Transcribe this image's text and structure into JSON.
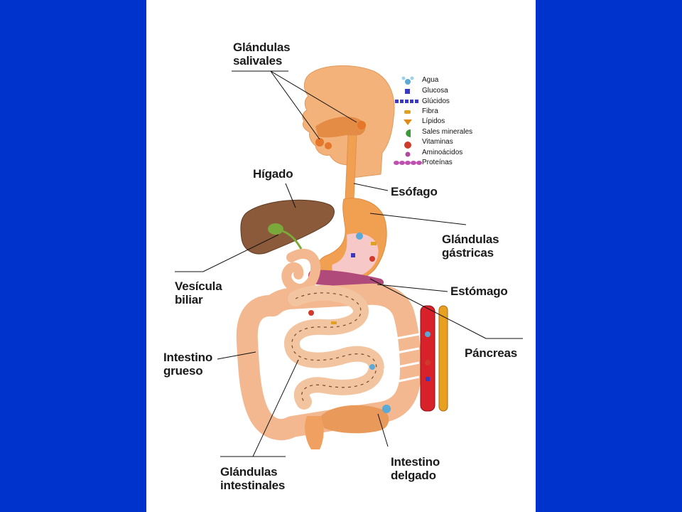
{
  "labels": {
    "glandulas_salivales": [
      "Glándulas",
      "salivales"
    ],
    "higado": "Hígado",
    "esofago": "Esófago",
    "glandulas_gastricas": [
      "Glándulas",
      "gástricas"
    ],
    "vesicula_biliar": [
      "Vesícula",
      "biliar"
    ],
    "estomago": "Estómago",
    "intestino_grueso": [
      "Intestino",
      "grueso"
    ],
    "pancreas": "Páncreas",
    "glandulas_intestinales": [
      "Glándulas",
      "intestinales"
    ],
    "intestino_delgado": [
      "Intestino",
      "delgado"
    ]
  },
  "legend": [
    {
      "label": "Agua",
      "icon": "water-molecule-icon",
      "color": "#5aa9d6"
    },
    {
      "label": "Glucosa",
      "icon": "glucose-square-icon",
      "color": "#3a3ac0"
    },
    {
      "label": "Glúcidos",
      "icon": "carbohydrate-chain-icon",
      "color": "#3a3ac0"
    },
    {
      "label": "Fibra",
      "icon": "fiber-icon",
      "color": "#e0a020"
    },
    {
      "label": "Lípidos",
      "icon": "lipid-icon",
      "color": "#e08a1a"
    },
    {
      "label": "Sales minerales",
      "icon": "mineral-salt-icon",
      "color": "#3a9a3a"
    },
    {
      "label": "Vitaminas",
      "icon": "vitamin-icon",
      "color": "#d03a2a"
    },
    {
      "label": "Aminoácidos",
      "icon": "amino-acid-icon",
      "color": "#b04aa0"
    },
    {
      "label": "Proteínas",
      "icon": "protein-chain-icon",
      "color": "#c050b0"
    }
  ],
  "colors": {
    "background": "#0033cc",
    "panel": "#ffffff",
    "skin": "#f2b27a",
    "organ": "#f0a050",
    "intestine": "#f3b890",
    "liver": "#8a5a3a",
    "pancreas": "#b04a7a",
    "blood_vessel": "#d8222a",
    "lymph_vessel": "#e8a020"
  }
}
